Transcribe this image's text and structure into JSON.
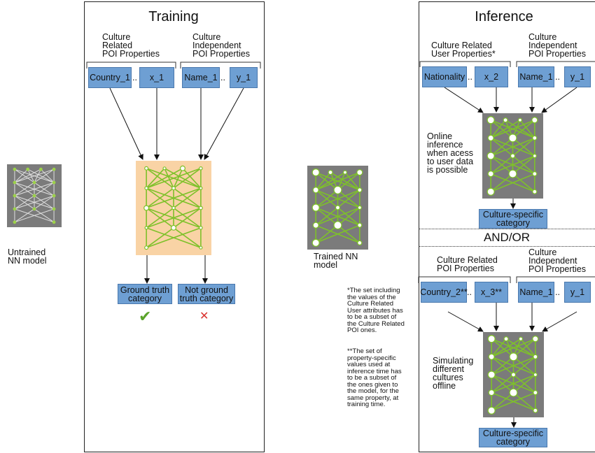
{
  "untrained": {
    "caption": "Untrained\nNN model"
  },
  "trained": {
    "caption": "Trained NN\nmodel"
  },
  "training": {
    "title": "Training",
    "culture_related_header": "Culture\nRelated\nPOI Properties",
    "culture_independent_header": "Culture\nIndependent\nPOI Properties",
    "inputs": [
      "Country_1",
      "x_1",
      "Name_1",
      "y_1"
    ],
    "dots": "..",
    "outputs": [
      "Ground truth\ncategory",
      "Not ground\ntruth category"
    ],
    "marks": {
      "check": "✔",
      "cross": "✕"
    }
  },
  "inference": {
    "title": "Inference",
    "online": {
      "culture_related_header": "Culture Related\nUser Properties*",
      "culture_independent_header": "Culture\nIndependent\nPOI Properties",
      "inputs": [
        "Nationality",
        "x_2",
        "Name_1",
        "y_1"
      ],
      "side_text": "Online\ninference\nwhen acess\nto user data\nis possible",
      "output": "Culture-specific\ncategory"
    },
    "andor": "AND/OR",
    "offline": {
      "culture_related_header": "Culture Related\nPOI Properties",
      "culture_independent_header": "Culture\nIndependent\nPOI Properties",
      "inputs": [
        "Country_2**",
        "x_3**",
        "Name_1",
        "y_1"
      ],
      "side_text": "Simulating\ndifferent\ncultures\noffline",
      "output": "Culture-specific\ncategory"
    }
  },
  "notes": {
    "note1": "*The set including\nthe values of the\nCulture Related\nUser attributes has\nto be a subset of\nthe Culture Related\nPOI ones.",
    "note2": "**The set of\nproperty-specific\nvalues used at\ninference time has\nto be a subset of\nthe ones given to\nthe model, for the\nsame property, at\ntraining time."
  },
  "colors": {
    "box_fill": "#6e9fd3",
    "nn_gray": "#7b7b7b",
    "nn_training_bg": "#f9d3a5",
    "nn_edge_green": "#7ec12a",
    "check_green": "#5aa32a",
    "cross_red": "#d9332f"
  }
}
